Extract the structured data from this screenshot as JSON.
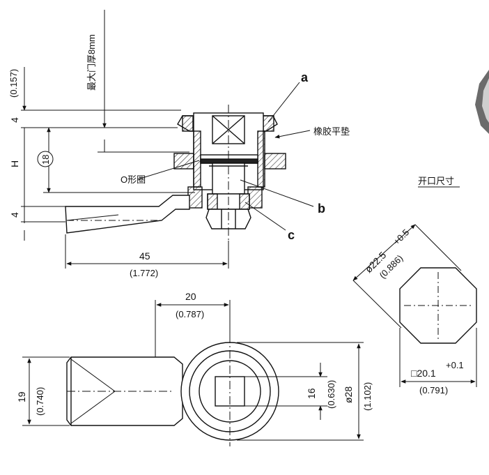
{
  "colors": {
    "line": "#111111",
    "hatch": "#333333",
    "background": "#ffffff"
  },
  "side_view": {
    "callouts": {
      "a": "a",
      "b": "b",
      "c": "c"
    },
    "notes": {
      "rubber_washer": "橡胶平垫",
      "o_ring": "O形圈",
      "max_door_thickness": "最大门厚8mm"
    },
    "dims": {
      "top_inch": "(0.157)",
      "top_mm": "4",
      "h_label": "H",
      "circle_value": "18",
      "bottom_mm": "4",
      "length_mm": "45",
      "length_inch": "(1.772)"
    }
  },
  "bottom_view": {
    "dims": {
      "offset_mm": "20",
      "offset_inch": "(0.787)",
      "height_mm": "19",
      "height_inch": "(0.740)",
      "square_mm": "16",
      "square_inch": "(0.630)",
      "dia_mm": "ø28",
      "dia_inch": "(1.102)"
    }
  },
  "cutout": {
    "title": "开口尺寸",
    "dia_mm": "ø22.5",
    "dia_tol": "+0.5",
    "dia_inch": "(0.886)",
    "flat_mm": "□20.1",
    "flat_tol": "+0.1",
    "flat_inch": "(0.791)"
  }
}
